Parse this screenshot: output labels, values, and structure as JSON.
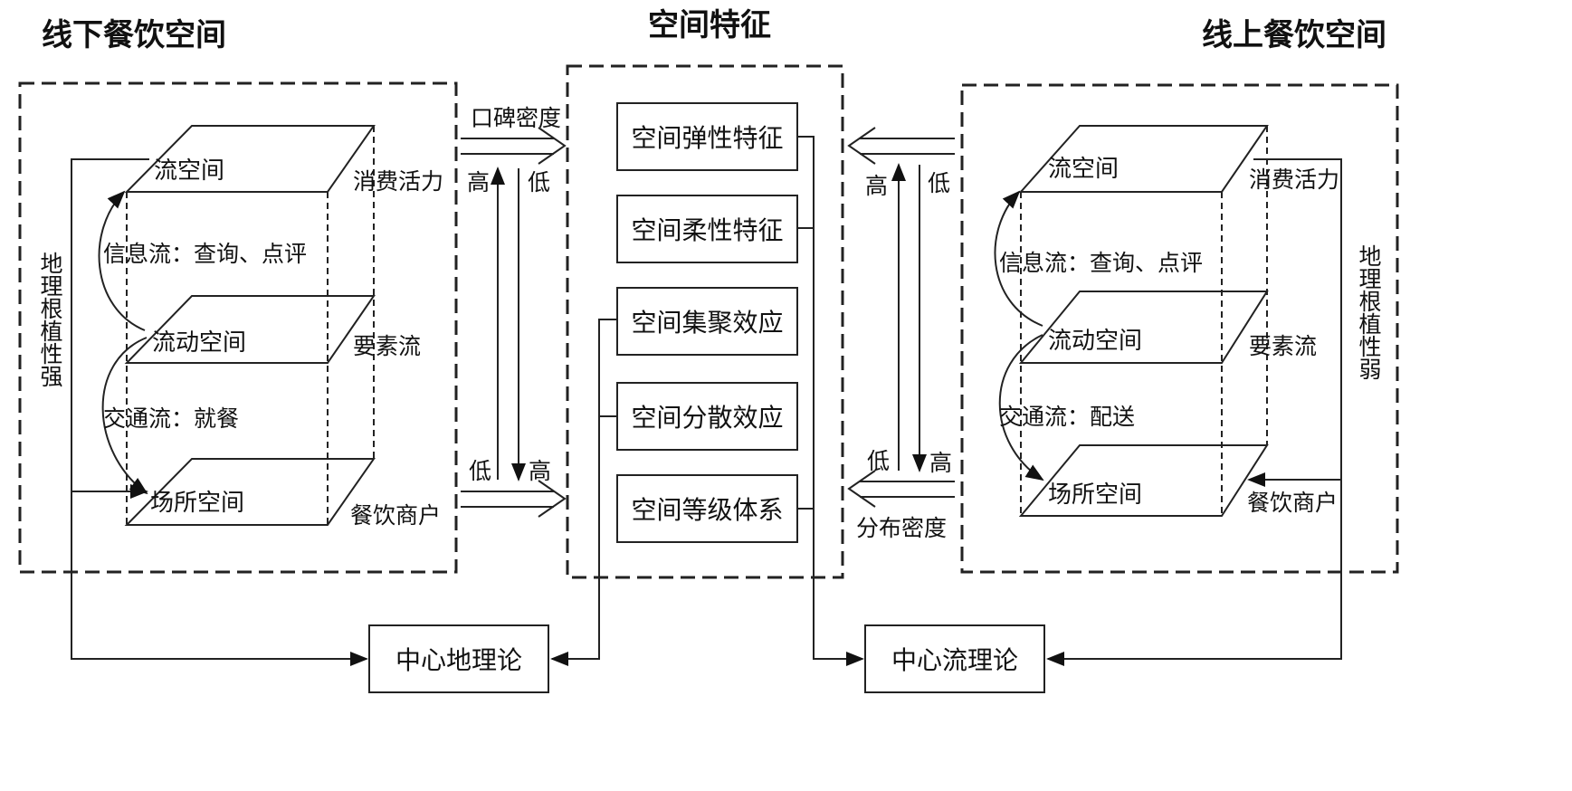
{
  "titles": {
    "offline": "线下餐饮空间",
    "center": "空间特征",
    "online": "线上餐饮空间"
  },
  "features": [
    "空间弹性特征",
    "空间柔性特征",
    "空间集聚效应",
    "空间分散效应",
    "空间等级体系"
  ],
  "left": {
    "layer_top": "流空间",
    "layer_mid": "流动空间",
    "layer_bottom": "场所空间",
    "side_top": "消费活力",
    "side_mid": "要素流",
    "side_bottom": "餐饮商户",
    "flow_info": "信息流：查询、点评",
    "flow_traffic": "交通流：就餐",
    "vertical": "地理根植性强"
  },
  "right": {
    "layer_top": "流空间",
    "layer_mid": "流动空间",
    "layer_bottom": "场所空间",
    "side_top": "消费活力",
    "side_mid": "要素流",
    "side_bottom": "餐饮商户",
    "flow_info": "信息流：查询、点评",
    "flow_traffic": "交通流：配送",
    "vertical": "地理根植性弱"
  },
  "arrows_left": {
    "density": "口碑密度",
    "high_top": "高",
    "low_top": "低",
    "low_bottom": "低",
    "high_bottom": "高"
  },
  "arrows_right": {
    "density": "分布密度",
    "high_top": "高",
    "low_top": "低",
    "low_bottom": "低",
    "high_bottom": "高"
  },
  "theories": {
    "left": "中心地理论",
    "right": "中心流理论"
  }
}
